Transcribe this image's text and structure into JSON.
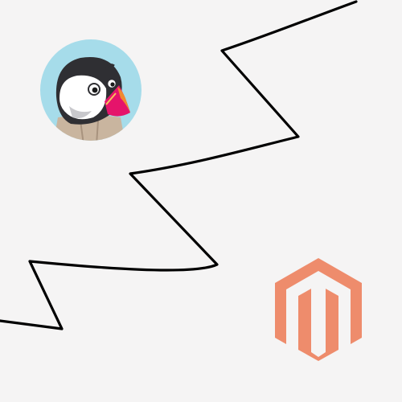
{
  "scene": {
    "background_color": "#f5f4f4",
    "divider": {
      "style": "zigzag-freehand",
      "color": "#000000"
    },
    "logos": [
      {
        "name": "prestashop-puffin-logo",
        "shape": "circle",
        "colors": {
          "circle_bg": "#a6dcea",
          "body_dark": "#2f2f33",
          "face_white": "#ffffff",
          "beak_pink": "#e5146b",
          "beak_orange": "#f08a30",
          "sweater": "#c9b59f"
        }
      },
      {
        "name": "magento-logo",
        "shape": "hexagon-M",
        "colors": {
          "mark": "#ee8c6c"
        }
      }
    ]
  }
}
